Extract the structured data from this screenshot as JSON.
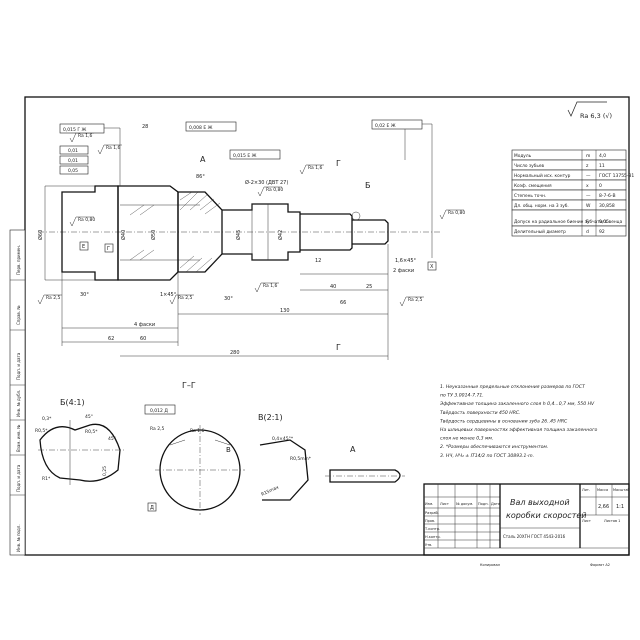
{
  "corner_roughness": "Ra 6,3 (√)",
  "gear_table": {
    "rows": [
      {
        "name": "Модуль",
        "sym": "m",
        "val": "4,0"
      },
      {
        "name": "Число зубьев",
        "sym": "z",
        "val": "11"
      },
      {
        "name": "Нормальный исх. контур",
        "sym": "—",
        "val": "ГОСТ 13755-81"
      },
      {
        "name": "Коэф. смещения",
        "sym": "x",
        "val": "0"
      },
      {
        "name": "Степень точн.",
        "sym": "—",
        "val": "8-7-6-В"
      },
      {
        "name": "Дл. общ. норм. на 3 зуб.",
        "sym": "W",
        "val": "30,858"
      },
      {
        "name": "Допуск на радиальное биение зубчатого венца",
        "sym": "Fr",
        "val": "0,05"
      },
      {
        "name": "Делительный диаметр",
        "sym": "d",
        "val": "92"
      }
    ]
  },
  "tolerances": {
    "runout_left": "0,015 Г Ж",
    "perp_top": "0,008 Е Ж",
    "runout_mid": "0,015 Е Ж",
    "runout_right": "0,02 Е Ж",
    "small_a": "0,01",
    "small_b": "0,01",
    "small_c": "0,05",
    "section_tol": "0,012 Д"
  },
  "roughness": {
    "r1": "Ra 1,6",
    "r2": "Ra 1,6",
    "r3": "Ra 0,80",
    "r4": "Ra 2,5",
    "r5": "Ra 1,6",
    "r6": "Ra 0,80",
    "r7": "Ra 1,6",
    "r8": "Ra 2,5",
    "r9": "Ra 0,80",
    "r10": "Ra 2,5"
  },
  "dimensions": {
    "d_main": "Ø60",
    "d_bore": "Ø40",
    "d_h1": "Ø50",
    "d_h2": "Ø45",
    "d_h3": "Ø42",
    "len_40": "40",
    "len_25": "25",
    "len_66": "66",
    "len_130": "130",
    "len_4": "4 фаски",
    "len_62": "62",
    "len_60": "60",
    "len_280": "280",
    "ang_30a": "30°",
    "ang_30b": "30°",
    "ang_86": "86°",
    "chamf": "1×45°",
    "chamf2": "1,6×45°",
    "size_28": "28",
    "thread": "Ø-2×30 (ДВТ 27)",
    "t_12": "12",
    "t_2": "2 фаски"
  },
  "labels": {
    "section_g1": "Г",
    "section_g2": "Г",
    "section_g3": "Г",
    "view_a": "А",
    "view_b_label": "Б",
    "datum_zh": "Ж",
    "datum_e": "Е",
    "datum_d": "Д",
    "datum_g": "Г",
    "datum_f": "Е",
    "datum_x": "Х"
  },
  "details": {
    "b_title": "Б(4:1)",
    "gg_title": "Г–Г",
    "v_title": "В(2:1)",
    "a_title": "А",
    "b_mark": "В",
    "b_n1": "0,3*",
    "b_n2": "45°",
    "b_n3": "R0,5*",
    "b_n4": "R0,5*",
    "b_n5": "45°",
    "b_n6": "R1*",
    "b_n7": "0,25",
    "gg_r": "Ra 2,5",
    "gg_r2": "Ra 1,6",
    "gg_d": "Д",
    "v_n1": "0,4×45°*",
    "v_n2": "R0,5min*",
    "v_n3": "R15max"
  },
  "notes": [
    "1. Неуказанные предельные отклонения размеров по ГОСТ",
    "по ТУ 3.0014-7.71.",
    "Эффективная толщина закаленного слоя h 0,4...0,7 мм, 550 HV",
    "Твёрдость поверхности 450 HRC.",
    "Твёрдость сердцевины в основании зуба 26..45 HRC",
    "На шлицевых поверхностях эффективная толщина закаленного",
    "слоя не менее 0,3 мм.",
    "2. *Размеры обеспечиваются инструментом.",
    "3. HЧ, HЧ₂ ± IT14/2 по ГОСТ 30893.1-m."
  ],
  "title_block": {
    "name_line1": "Вал выходной",
    "name_line2": "коробки скоростей",
    "material": "Сталь 20ХГН ГОСТ 4543-2016",
    "mass": "2,66",
    "scale": "1:1",
    "sheet": "Лист",
    "sheets": "Листов 1",
    "lit_label": "Лит.",
    "mass_label": "Масса",
    "scale_label": "Масштаб",
    "izm": "Изм.",
    "list": "Лист",
    "ndoc": "№ докум.",
    "podp": "Подп.",
    "data": "Дата",
    "razrab": "Разраб.",
    "prov": "Пров.",
    "tkontr": "Т.контр.",
    "nkontr": "Н.контр.",
    "utv": "Утв.",
    "copied": "Копировал",
    "format": "Формат А2"
  },
  "side_stamp": {
    "s1": "Перв. примен.",
    "s2": "Справ. №",
    "s3": "Подп. и дата",
    "s4": "Инв. № дубл.",
    "s5": "Взам. инв. №",
    "s6": "Подп. и дата",
    "s7": "Инв. № подл."
  }
}
